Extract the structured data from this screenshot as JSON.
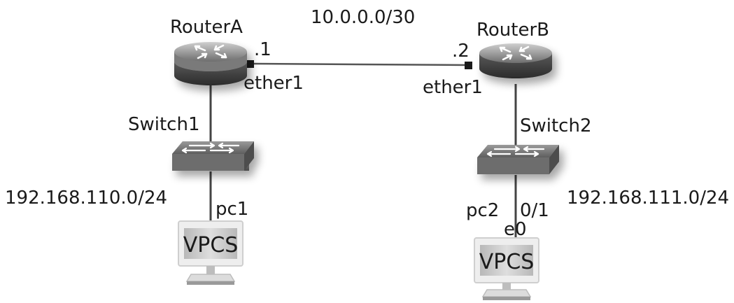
{
  "diagram": {
    "network_label": "10.0.0.0/30",
    "routers": [
      {
        "name": "RouterA",
        "port": "ether1",
        "ip_suffix": ".1"
      },
      {
        "name": "RouterB",
        "port": "ether1",
        "ip_suffix": ".2"
      }
    ],
    "switches": [
      {
        "name": "Switch1"
      },
      {
        "name": "Switch2"
      }
    ],
    "lans": [
      {
        "subnet": "192.168.110.0/24"
      },
      {
        "subnet": "192.168.111.0/24"
      }
    ],
    "hosts": [
      {
        "screen_text": "VPCS",
        "link_label": "pc1"
      },
      {
        "screen_text": "VPCS",
        "link_label": "pc2",
        "switch_port": "0/1",
        "host_port": "e0"
      }
    ]
  }
}
